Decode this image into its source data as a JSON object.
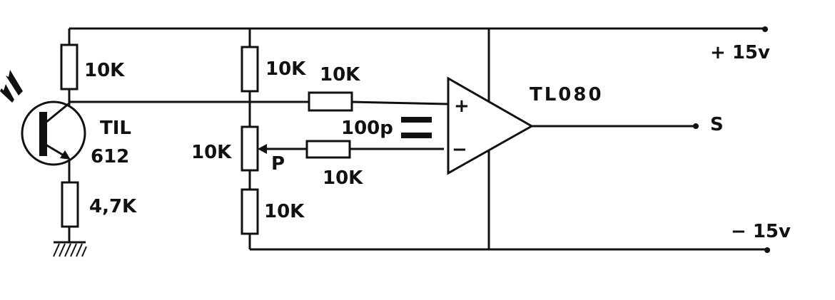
{
  "labels": {
    "r1": "10K",
    "r2": "10K",
    "r_plus": "10K",
    "pot": "10K",
    "pot_wiper": "P",
    "r_minus": "10K",
    "r3": "10K",
    "r_emitter": "4,7K",
    "transistor_line1": "TIL",
    "transistor_line2": "612",
    "capacitor": "100p",
    "opamp": "TL080",
    "plus_input": "+",
    "minus_input": "−",
    "output": "S",
    "pos_supply": "+ 15v",
    "neg_supply": "− 15v"
  },
  "colors": {
    "ink": "#111111",
    "paper": "#ffffff"
  }
}
